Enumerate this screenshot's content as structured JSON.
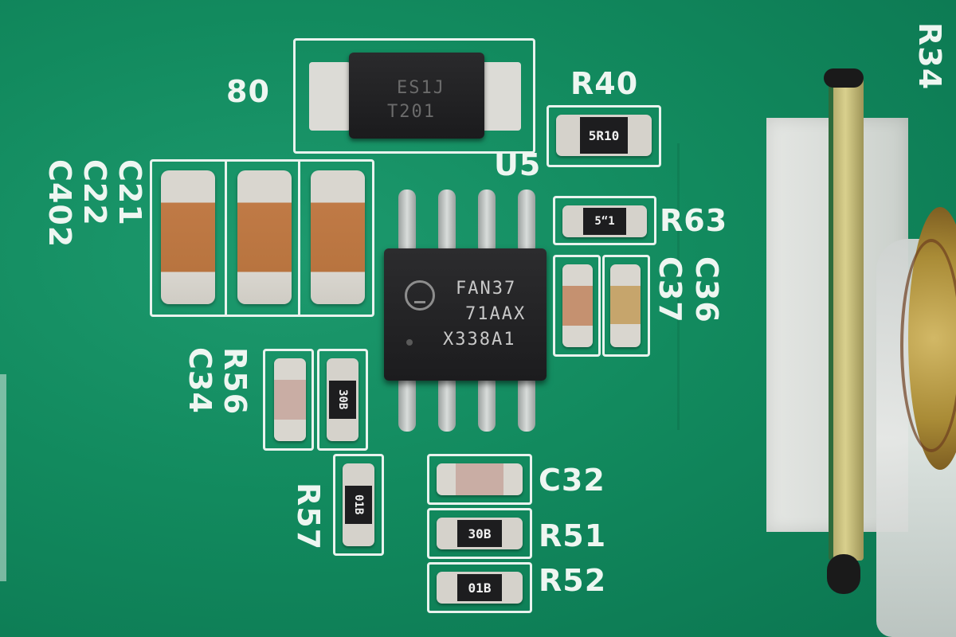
{
  "pcb": {
    "silkscreen": {
      "diode_ref": "80",
      "u5": "U5",
      "r40": "R40",
      "r34": "R34",
      "r63": "R63",
      "c36": "C36",
      "c37": "C37",
      "c21": "C21",
      "c22": "C22",
      "c402": "C402",
      "r56": "R56",
      "c34": "C34",
      "r57": "R57",
      "c32": "C32",
      "r51": "R51",
      "r52": "R52"
    },
    "diode_marking_1": "ES1J",
    "diode_marking_2": "T201",
    "ic_line1": "FAN37",
    "ic_line2": "71AAX",
    "ic_line3": "X338A1",
    "res_r40": "5R10",
    "res_r63": "5“1",
    "res_30b_a": "30B",
    "res_01b_a": "01B",
    "res_30b_b": "30B",
    "res_01b_b": "01B"
  }
}
